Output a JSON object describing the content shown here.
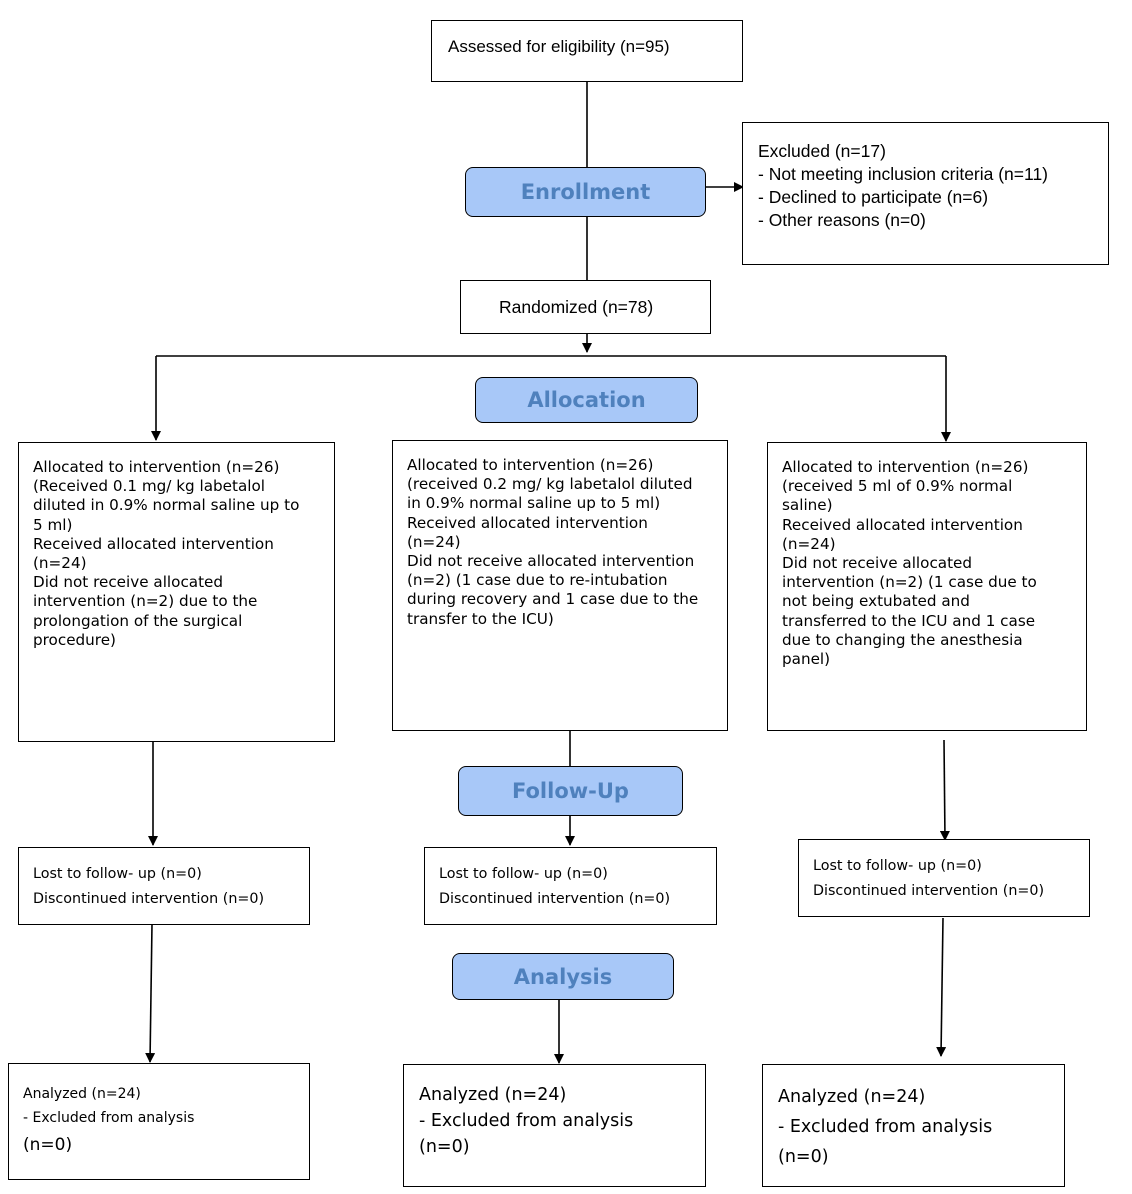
{
  "assessed": "Assessed for eligibility (n=95)",
  "excluded": {
    "title": "Excluded (n=17)",
    "items": [
      "- Not meeting inclusion criteria (n=11)",
      "- Declined to participate (n=6)",
      "- Other reasons (n=0)"
    ]
  },
  "randomized": "Randomized (n=78)",
  "stages": {
    "enrollment": "Enrollment",
    "allocation": "Allocation",
    "followup": "Follow-Up",
    "analysis": "Analysis"
  },
  "allocation": [
    {
      "lines": [
        "Allocated to intervention (n=26)",
        "(Received 0.1 mg/ kg labetalol",
        "diluted in 0.9% normal saline up to",
        "5 ml)",
        "Received allocated intervention",
        "(n=24)",
        "Did not receive allocated",
        "intervention (n=2) due to the",
        "prolongation of the surgical",
        "procedure)"
      ]
    },
    {
      "lines": [
        "Allocated to intervention (n=26)",
        "(received 0.2 mg/ kg labetalol diluted",
        "in 0.9% normal saline up to 5 ml)",
        "Received allocated intervention",
        "(n=24)",
        "Did not receive allocated intervention",
        "(n=2) (1 case due to re-intubation",
        "during recovery and 1 case due to the",
        "transfer to the ICU)"
      ]
    },
    {
      "lines": [
        "Allocated to intervention (n=26)",
        "(received 5 ml of 0.9% normal",
        "saline)",
        "Received allocated intervention",
        "(n=24)",
        "Did not receive allocated",
        "intervention (n=2) (1 case due to",
        "not being extubated and",
        "transferred to the ICU and 1 case",
        "due to changing the anesthesia",
        "panel)"
      ]
    }
  ],
  "followup": [
    {
      "lost": "Lost to follow- up (n=0)",
      "discontinued": "Discontinued intervention (n=0)"
    },
    {
      "lost": "Lost to follow- up (n=0)",
      "discontinued": "Discontinued intervention (n=0)"
    },
    {
      "lost": "Lost to follow- up (n=0)",
      "discontinued": "Discontinued intervention (n=0)"
    }
  ],
  "analysis": [
    {
      "analyzed": "Analyzed (n=24)",
      "excluded": "- Excluded from analysis",
      "count": "(n=0)"
    },
    {
      "analyzed": "Analyzed (n=24)",
      "excluded": "- Excluded from analysis",
      "count": "(n=0)"
    },
    {
      "analyzed": "Analyzed (n=24)",
      "excluded": "- Excluded from analysis",
      "count": "(n=0)"
    }
  ]
}
